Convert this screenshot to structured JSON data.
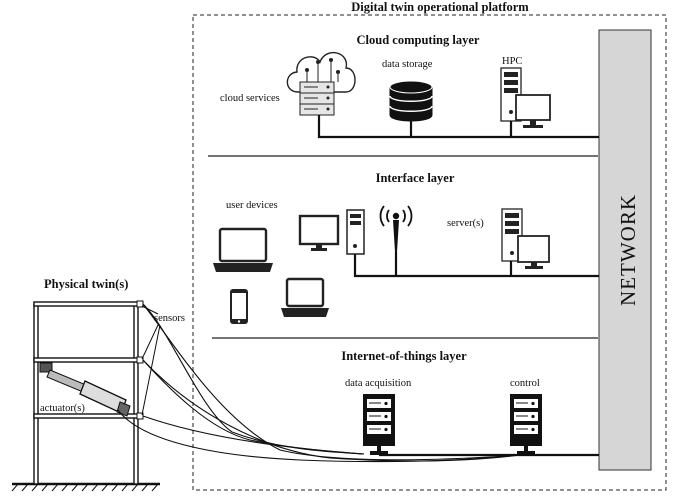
{
  "platform": {
    "title": "Digital twin operational platform",
    "network_label": "NETWORK"
  },
  "cloud_layer": {
    "title": "Cloud computing layer",
    "cloud_services": "cloud services",
    "data_storage": "data storage",
    "hpc": "HPC"
  },
  "interface_layer": {
    "title": "Interface layer",
    "user_devices": "user devices",
    "servers": "server(s)"
  },
  "iot_layer": {
    "title": "Internet-of-things layer",
    "data_acquisition": "data acquisition",
    "control": "control"
  },
  "physical": {
    "title": "Physical twin(s)",
    "sensors": "sensors",
    "actuators": "actuator(s)"
  }
}
